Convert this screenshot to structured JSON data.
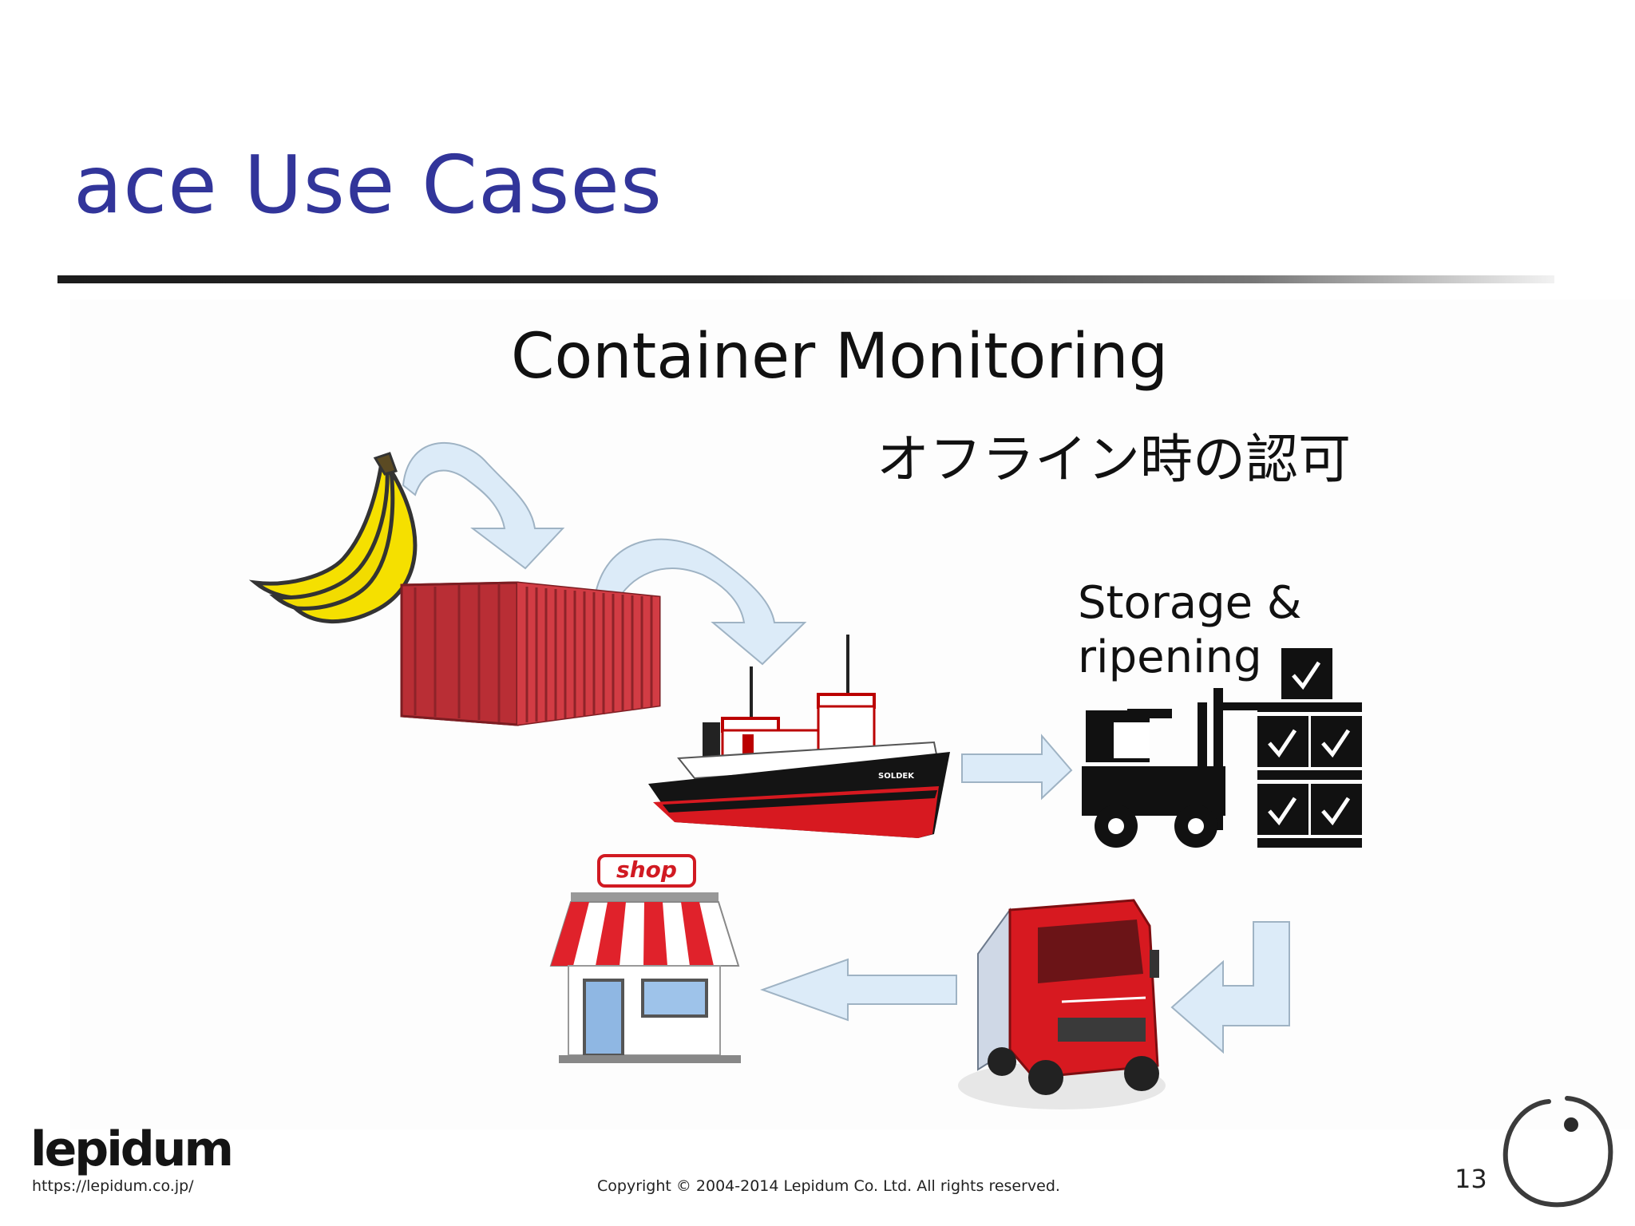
{
  "slide": {
    "title": "ace Use Cases",
    "page_number": "13"
  },
  "diagram": {
    "heading": "Container Monitoring",
    "subheading": "オフライン時の認可",
    "storage_label": "Storage & ripening",
    "shop_sign": "shop",
    "ship_name": "SOLDEK",
    "flow_steps": [
      "banana",
      "container",
      "ship",
      "storage-ripening",
      "truck",
      "shop"
    ]
  },
  "footer": {
    "logo_text": "lepidum",
    "url": "https://lepidum.co.jp/",
    "copyright": "Copyright © 2004-2014 Lepidum Co. Ltd. All rights reserved."
  },
  "colors": {
    "title": "#32359a",
    "arrow_fill": "#dcebf8",
    "arrow_stroke": "#9fb3c4",
    "container_red": "#c9353c",
    "truck_red": "#d7191c",
    "banana_yellow": "#f5e000"
  }
}
